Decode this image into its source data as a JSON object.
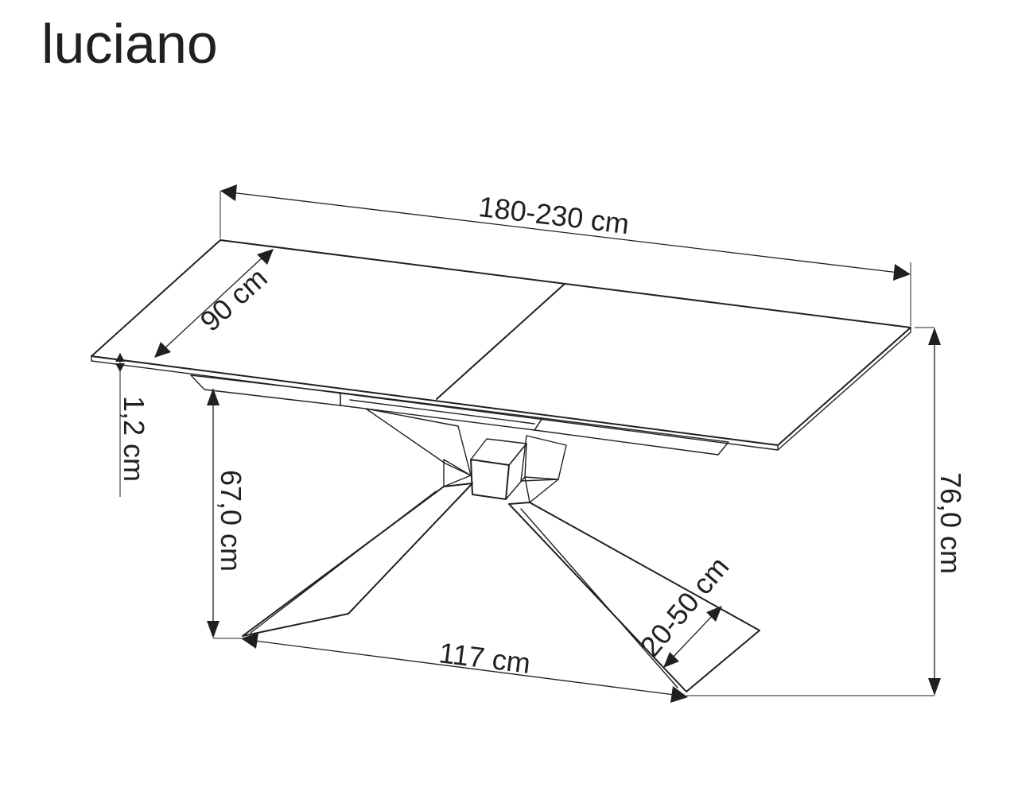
{
  "title": "luciano",
  "dimensions": {
    "length": "180-230 cm",
    "depth": "90 cm",
    "top_thickness": "1,2 cm",
    "clearance_height": "67,0 cm",
    "total_height": "76,0 cm",
    "base_span": "117 cm",
    "leg_width": "20-50 cm"
  }
}
